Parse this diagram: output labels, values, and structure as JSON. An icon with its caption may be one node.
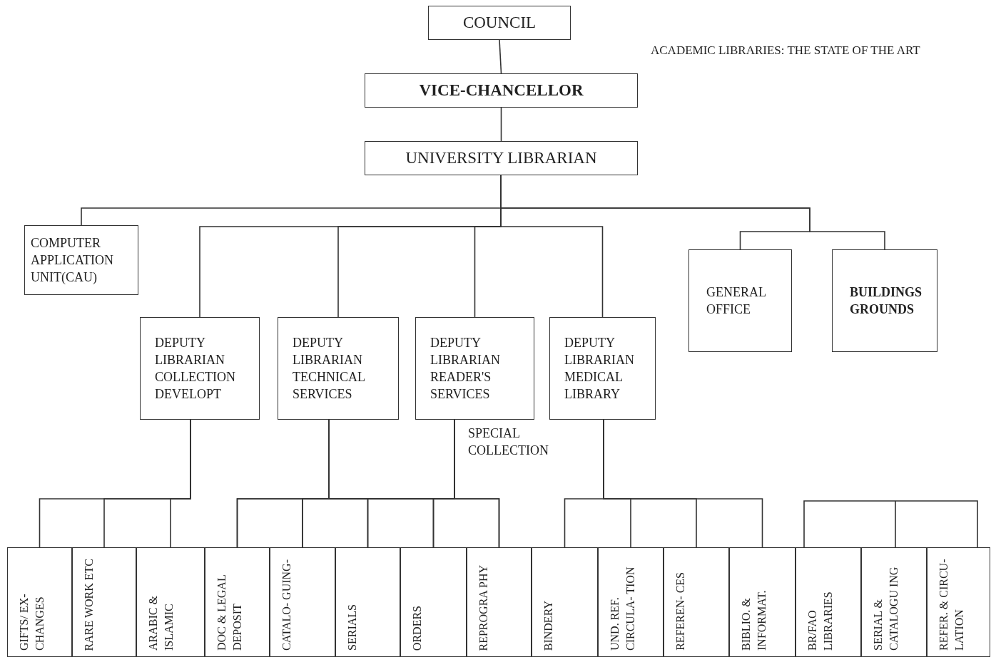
{
  "diagram": {
    "nodes": [
      {
        "text": [
          "COUNCIL"
        ]
      },
      {
        "text": [
          "VICE-CHANCELLOR"
        ]
      },
      {
        "text": [
          "UNIVERSITY LIBRARIAN"
        ]
      },
      {
        "text": [
          "COMPUTER APPLICATION UNIT(CAU)"
        ]
      },
      {
        "text": [
          "DEPUTY LIBRARIAN COLLECTION DEVELOPT"
        ]
      },
      {
        "text": [
          "DEPUTY LIBRARIAN TECHNICAL SERVICES"
        ]
      },
      {
        "text": [
          "DEPUTY LIBRARIAN READER'S SERVICES"
        ]
      },
      {
        "text": [
          "DEPUTY LIBRARIAN MEDICAL LIBRARY"
        ]
      },
      {
        "text": [
          "GENERAL OFFICE"
        ]
      },
      {
        "text": [
          "BUILDINGS GROUNDS"
        ]
      },
      {
        "text": [
          "GIFTS/ EX- CHANGES"
        ]
      },
      {
        "text": [
          "RARE WORK ETC"
        ]
      },
      {
        "text": [
          "ARABIC & ISLAMIC"
        ]
      },
      {
        "text": [
          "DOC & LEGAL DEPOSIT"
        ]
      },
      {
        "text": [
          "CATALO- GUING-"
        ]
      },
      {
        "text": [
          "SERIALS"
        ]
      },
      {
        "text": [
          "ORDERS"
        ]
      },
      {
        "text": [
          "REPROGRA PHY"
        ]
      },
      {
        "text": [
          "BINDERY"
        ]
      },
      {
        "text": [
          "UND. REF. CIRCULA- TION"
        ]
      },
      {
        "text": [
          "REFEREN- CES"
        ]
      },
      {
        "text": [
          "BIBLIO. & INFORMAT."
        ]
      },
      {
        "text": [
          "BR/FAO LIBRARIES"
        ]
      },
      {
        "text": [
          "SERIAL & CATALOGU ING"
        ]
      },
      {
        "text": [
          "REFER. & CIRCU- LATION"
        ]
      }
    ],
    "edges": [
      {
        "from": 0,
        "to": 1,
        "arrow": "none"
      },
      {
        "from": 1,
        "to": 2,
        "arrow": "none"
      },
      {
        "from": 2,
        "to": 3,
        "arrow": "none"
      },
      {
        "from": 2,
        "to": 4,
        "arrow": "none"
      },
      {
        "from": 2,
        "to": 5,
        "arrow": "none"
      },
      {
        "from": 2,
        "to": 6,
        "arrow": "none"
      },
      {
        "from": 2,
        "to": 7,
        "arrow": "none"
      },
      {
        "from": 2,
        "to": 8,
        "arrow": "none"
      },
      {
        "from": 2,
        "to": 9,
        "arrow": "none"
      },
      {
        "from": 4,
        "to": 10,
        "arrow": "none"
      },
      {
        "from": 4,
        "to": 11,
        "arrow": "none"
      },
      {
        "from": 4,
        "to": 12,
        "arrow": "none"
      },
      {
        "from": 5,
        "to": 13,
        "arrow": "none"
      },
      {
        "from": 5,
        "to": 14,
        "arrow": "none"
      },
      {
        "from": 5,
        "to": 15,
        "arrow": "none"
      },
      {
        "from": 5,
        "to": 16,
        "arrow": "none"
      },
      {
        "from": 5,
        "to": 17,
        "arrow": "none"
      },
      {
        "from": 6,
        "to": 13,
        "arrow": "none"
      },
      {
        "from": 6,
        "to": 14,
        "arrow": "none"
      },
      {
        "from": 6,
        "to": 15,
        "arrow": "none"
      },
      {
        "from": 6,
        "to": 16,
        "arrow": "none"
      },
      {
        "from": 6,
        "to": 17,
        "arrow": "none"
      },
      {
        "from": 7,
        "to": 18,
        "arrow": "none"
      },
      {
        "from": 7,
        "to": 19,
        "arrow": "none"
      },
      {
        "from": 7,
        "to": 20,
        "arrow": "none"
      },
      {
        "from": 7,
        "to": 21,
        "arrow": "none"
      }
    ],
    "labels": [
      "ACADEMIC LIBRARIES: THE STATE OF THE ART",
      "SPECIAL COLLECTION"
    ]
  }
}
